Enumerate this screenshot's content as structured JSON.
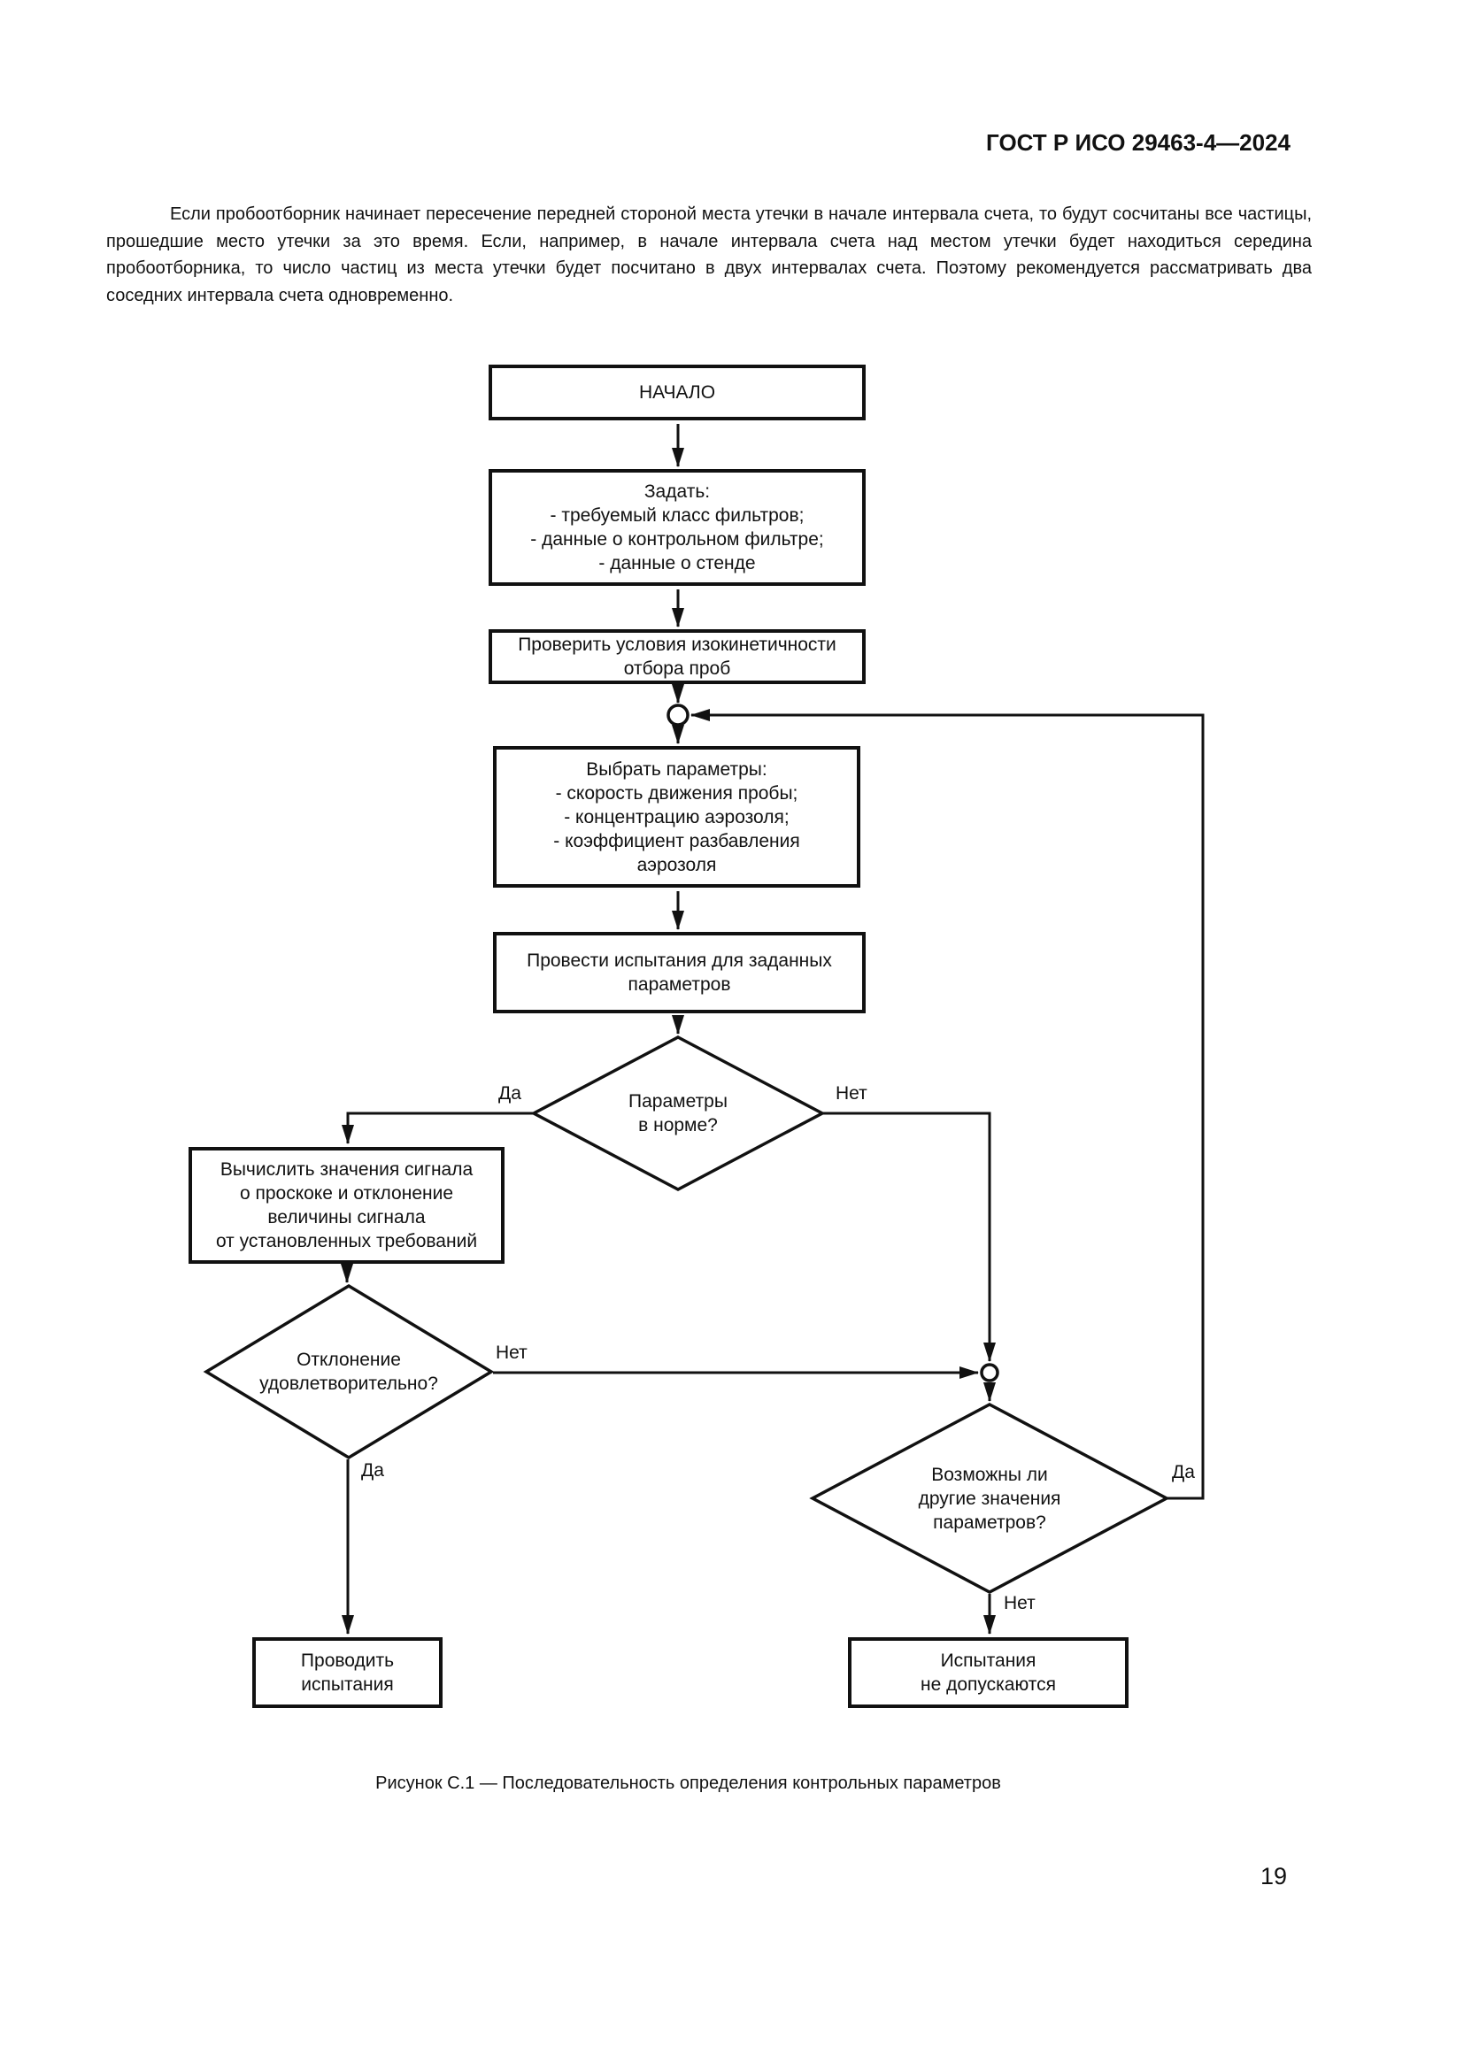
{
  "page": {
    "header": "ГОСТ Р ИСО 29463-4—2024",
    "paragraph": "Если пробоотборник начинает пересечение передней стороной места утечки в начале интервала счета, то будут сосчитаны все частицы, прошедшие место утечки за это время. Если, например, в начале интервала счета над местом утечки будет находиться середина пробоотборника, то число частиц из места утечки будет посчитано в двух интервалах счета. Поэтому рекомендуется рассматривать два соседних интервала счета одновременно.",
    "caption": "Рисунок С.1 — Последовательность определения контрольных параметров",
    "page_number": "19"
  },
  "flowchart": {
    "boxes": {
      "start": "НАЧАЛО",
      "set": "Задать:\n- требуемый класс фильтров;\n- данные о контрольном фильтре;\n- данные о стенде",
      "check": "Проверить условия изокинетичности\nотбора проб",
      "select": "Выбрать параметры:\n- скорость движения пробы;\n- концентрацию аэрозоля;\n- коэффициент разбавления\nаэрозоля",
      "test": "Провести испытания для заданных\nпараметров",
      "compute": "Вычислить значения сигнала\nо проскоке и отклонение\nвеличины сигнала\nот установленных требований",
      "conduct": "Проводить\nиспытания",
      "forbid": "Испытания\nне допускаются"
    },
    "decisions": {
      "params_ok": "Параметры\nв норме?",
      "deviation_ok": "Отклонение\nудовлетворительно?",
      "other_values": "Возможны ли\nдругие значения\nпараметров?"
    },
    "labels": {
      "yes": "Да",
      "no": "Нет"
    },
    "colors": {
      "line": "#111111",
      "background": "#ffffff"
    }
  }
}
